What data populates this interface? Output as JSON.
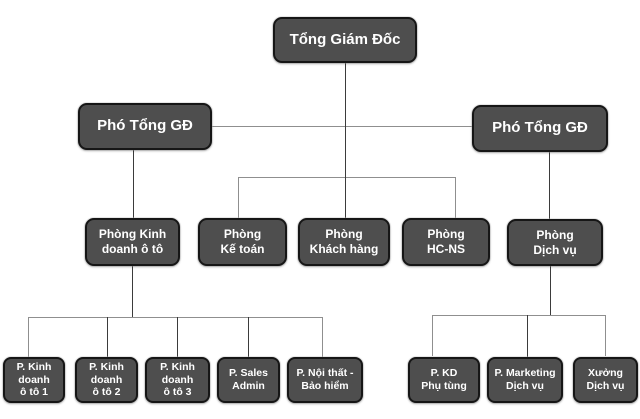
{
  "org_chart": {
    "nodes": {
      "ceo": {
        "label": "Tổng Giám Đốc"
      },
      "deputy_left": {
        "label": "Phó Tổng GĐ"
      },
      "deputy_right": {
        "label": "Phó Tổng GĐ"
      },
      "dept_auto_sales": {
        "label": "Phòng Kinh\ndoanh ô tô"
      },
      "dept_accounting": {
        "label": "Phòng\nKế toán"
      },
      "dept_customer": {
        "label": "Phòng\nKhách hàng"
      },
      "dept_hcns": {
        "label": "Phòng\nHC-NS"
      },
      "dept_service": {
        "label": "Phòng\nDịch vụ"
      },
      "unit_auto_sales_1": {
        "label": "P. Kinh\ndoanh\nô tô 1"
      },
      "unit_auto_sales_2": {
        "label": "P. Kinh\ndoanh\nô tô 2"
      },
      "unit_auto_sales_3": {
        "label": "P. Kinh\ndoanh\nô tô 3"
      },
      "unit_sales_admin": {
        "label": "P. Sales\nAdmin"
      },
      "unit_interior_insurance": {
        "label": "P. Nội thất -\nBảo hiểm"
      },
      "unit_parts": {
        "label": "P. KD\nPhụ tùng"
      },
      "unit_marketing": {
        "label": "P. Marketing\nDịch vụ"
      },
      "unit_workshop": {
        "label": "Xưởng\nDịch vụ"
      }
    },
    "colors": {
      "box_fill": "#4e4e4e",
      "box_border": "#161616",
      "box_text": "#ffffff",
      "line_gray": "#8f8f8f",
      "line_dark": "#3b3b3b",
      "background": "#ffffff"
    }
  }
}
